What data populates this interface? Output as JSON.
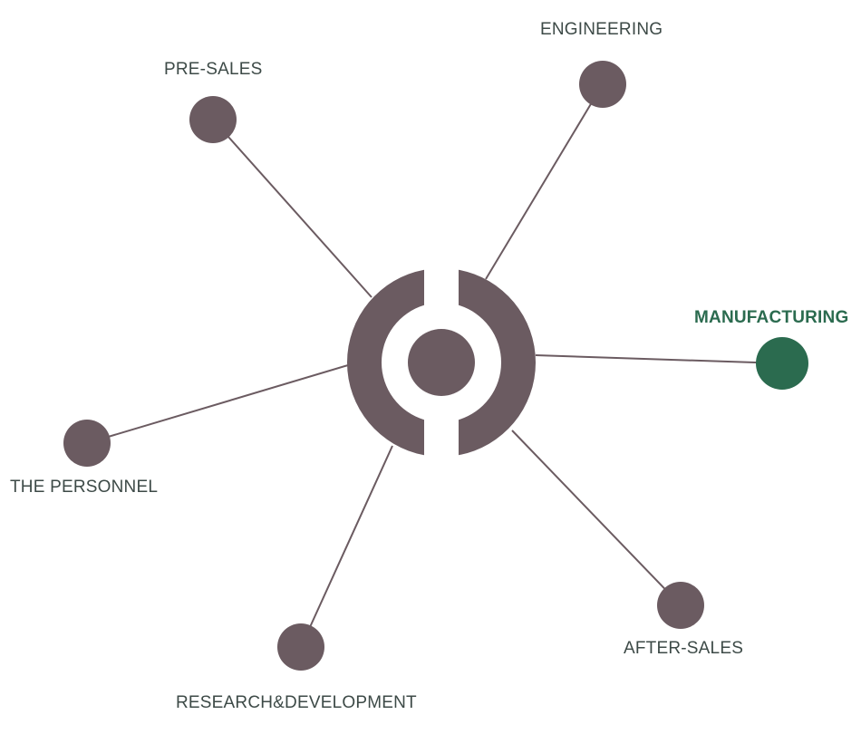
{
  "colors": {
    "node": "#6b5b61",
    "active": "#2b6b4f",
    "line": "#6b5b61",
    "label": "#3d4a47"
  },
  "hub": {
    "icon": "hub-logo-icon"
  },
  "nodes": [
    {
      "id": "pre-sales",
      "label": "PRE-SALES",
      "active": false
    },
    {
      "id": "engineering",
      "label": "ENGINEERING",
      "active": false
    },
    {
      "id": "manufacturing",
      "label": "MANUFACTURING",
      "active": true
    },
    {
      "id": "after-sales",
      "label": "AFTER-SALES",
      "active": false
    },
    {
      "id": "research-development",
      "label": "RESEARCH&DEVELOPMENT",
      "active": false
    },
    {
      "id": "the-personnel",
      "label": "THE PERSONNEL",
      "active": false
    }
  ]
}
